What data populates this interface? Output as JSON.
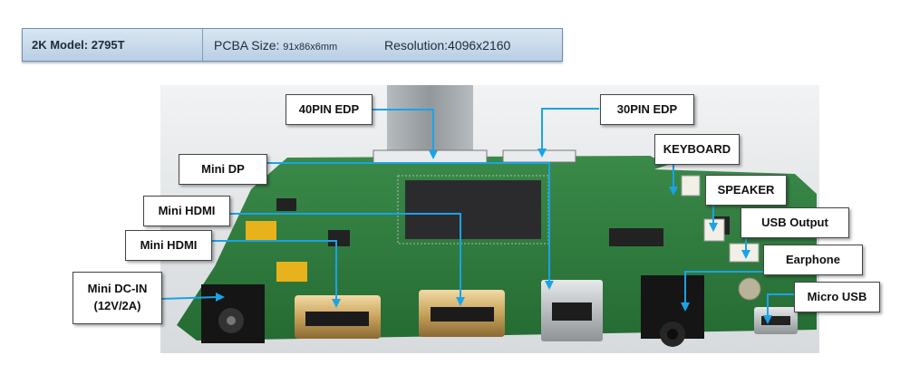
{
  "header": {
    "model": "2K Model: 2795T",
    "pcba_label": "PCBA Size:",
    "pcba_value": "91x86x6mm",
    "resolution": "Resolution:4096x2160"
  },
  "callouts": {
    "edp40": "40PIN EDP",
    "edp30": "30PIN EDP",
    "keyboard": "KEYBOARD",
    "mini_dp": "Mini DP",
    "speaker": "SPEAKER",
    "mini_hdmi_1": "Mini HDMI",
    "usb_output": "USB Output",
    "mini_hdmi_2": "Mini HDMI",
    "earphone": "Earphone",
    "dc_in_line1": "Mini DC-IN",
    "dc_in_line2": "(12V/2A)",
    "micro_usb": "Micro USB"
  },
  "colors": {
    "leader_line": "#1aa3e8",
    "pcb_green": "#2f7d3e",
    "header_bg": "#c6d8ea"
  }
}
